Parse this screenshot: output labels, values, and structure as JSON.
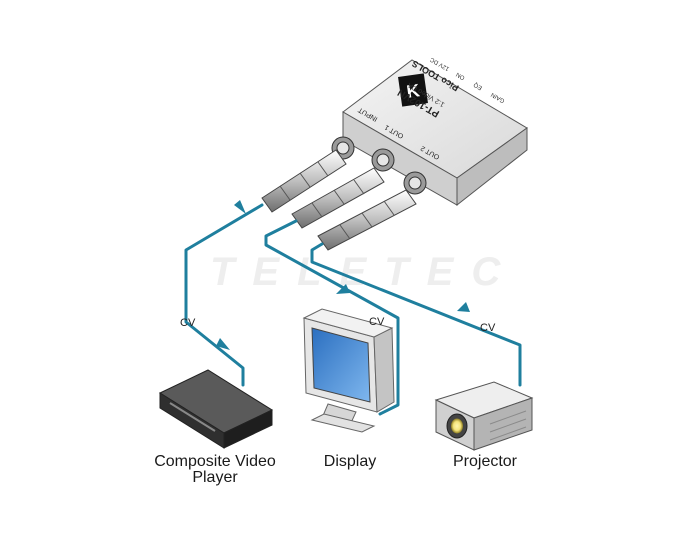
{
  "watermark": "TELETEC",
  "device": {
    "brand_mark": "K",
    "model": "PT-102VN",
    "subtitle": "1:2 Video DA",
    "series": "Pico TOOLS",
    "port_labels": [
      "INPUT",
      "OUT 1",
      "OUT 2"
    ],
    "top_labels": [
      "GAIN",
      "EQ",
      "ON",
      "12V DC"
    ]
  },
  "signal_labels": [
    "CV",
    "CV",
    "CV"
  ],
  "devices": {
    "source": "Composite Video\nPlayer",
    "display": "Display",
    "projector": "Projector"
  },
  "colors": {
    "cable": "#1f7f9e",
    "device_body": "#e2e2e2",
    "screen": "#3f8fd9",
    "lens": "#f4e37a"
  }
}
